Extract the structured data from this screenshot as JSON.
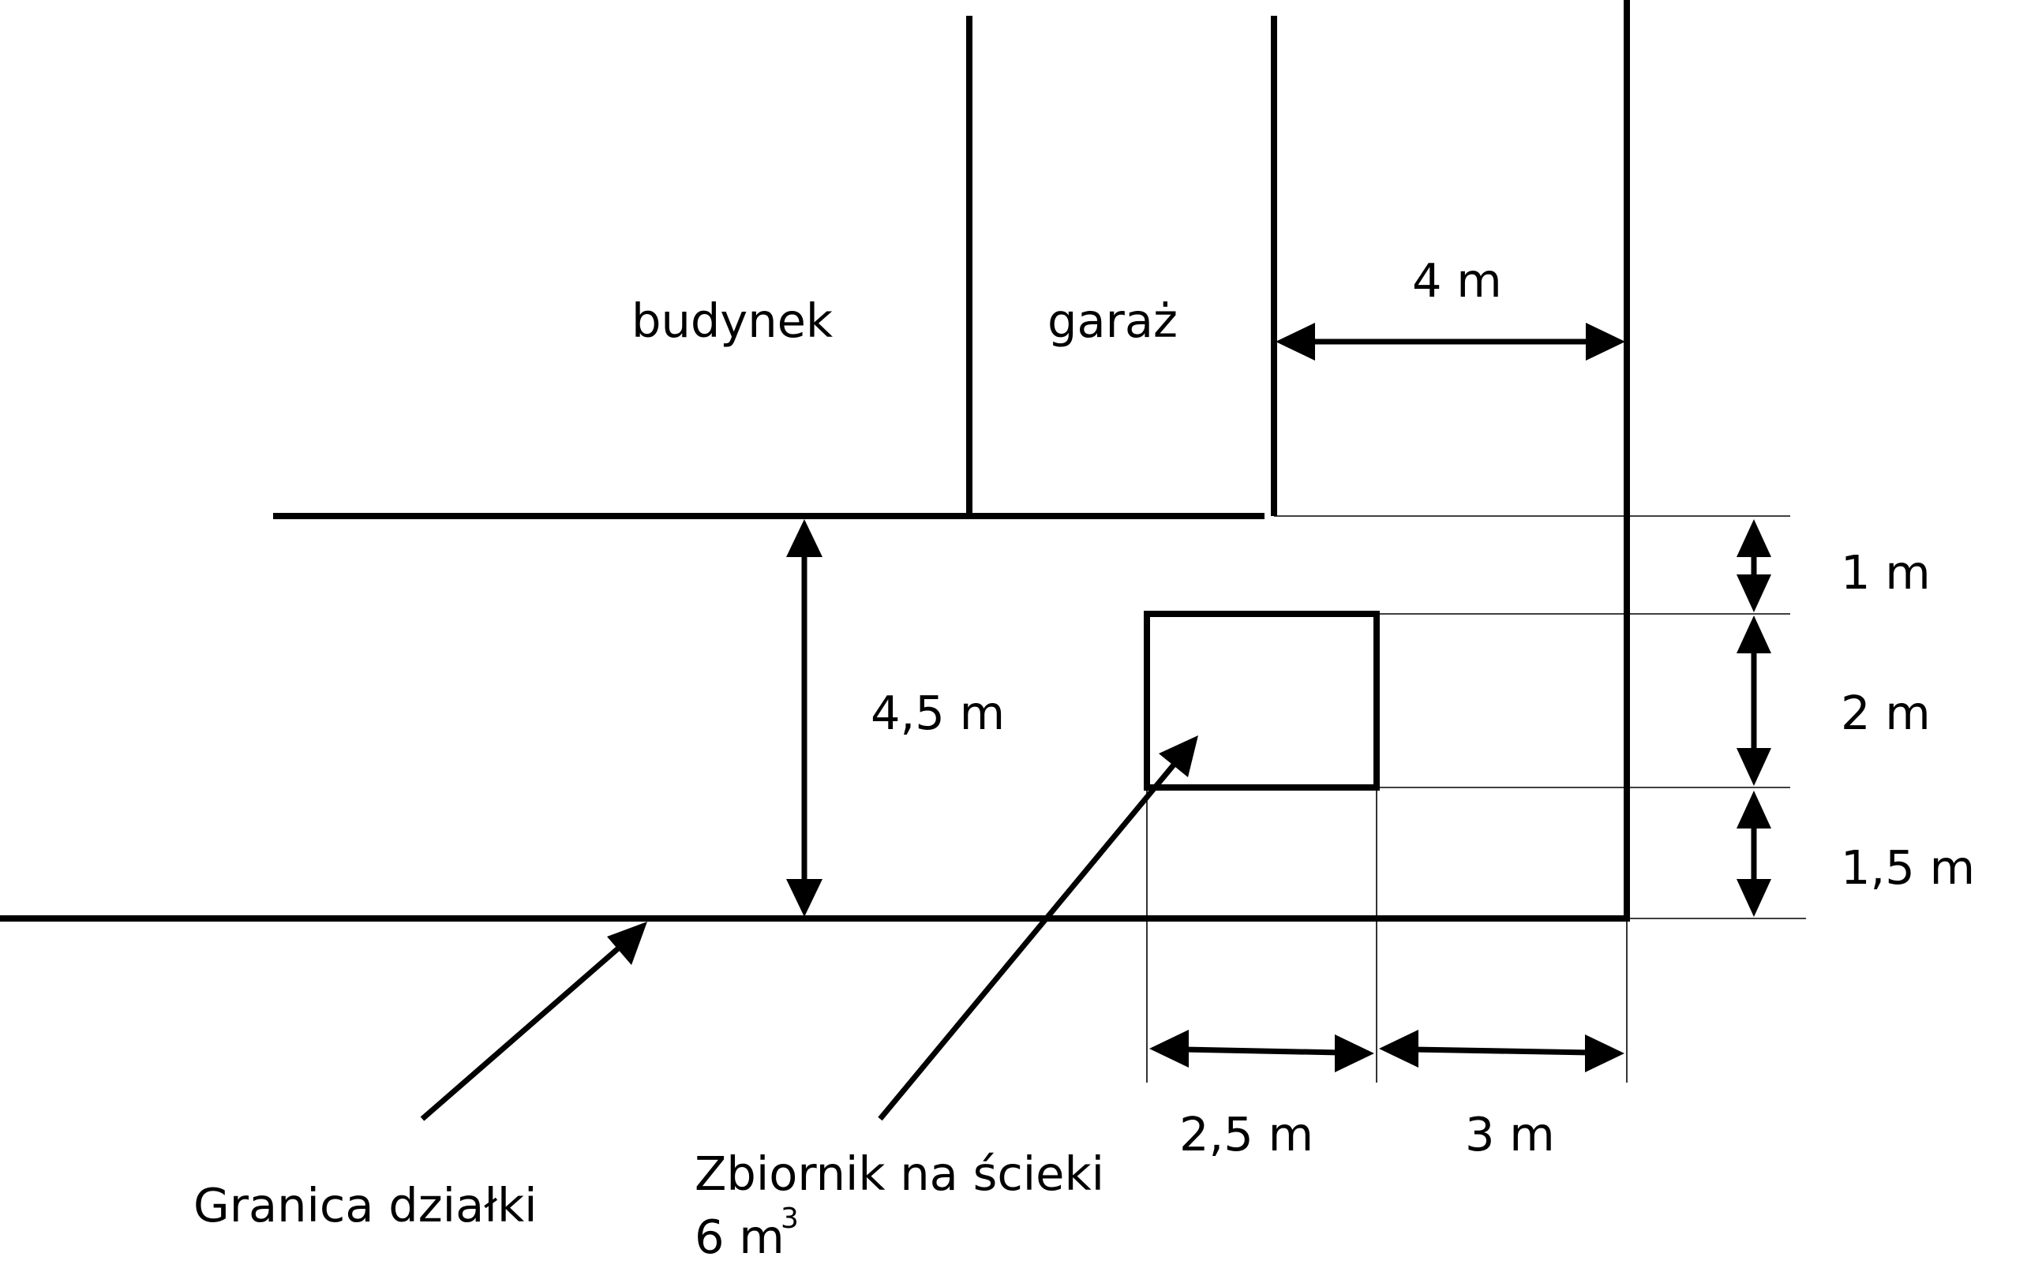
{
  "labels": {
    "building": "budynek",
    "garage": "garaż",
    "plot_boundary": "Granica działki",
    "tank_name": "Zbiornik na ścieki",
    "tank_volume_value": "6 m",
    "tank_volume_exponent": "3"
  },
  "dimensions": {
    "garage_to_boundary": "4 m",
    "building_to_boundary": "4,5 m",
    "garage_to_tank": "1 m",
    "tank_depth": "2 m",
    "tank_to_boundary": "1,5 m",
    "tank_width": "2,5 m",
    "tank_to_side_boundary": "3 m"
  },
  "colors": {
    "ink": "#000000",
    "background": "#ffffff"
  }
}
